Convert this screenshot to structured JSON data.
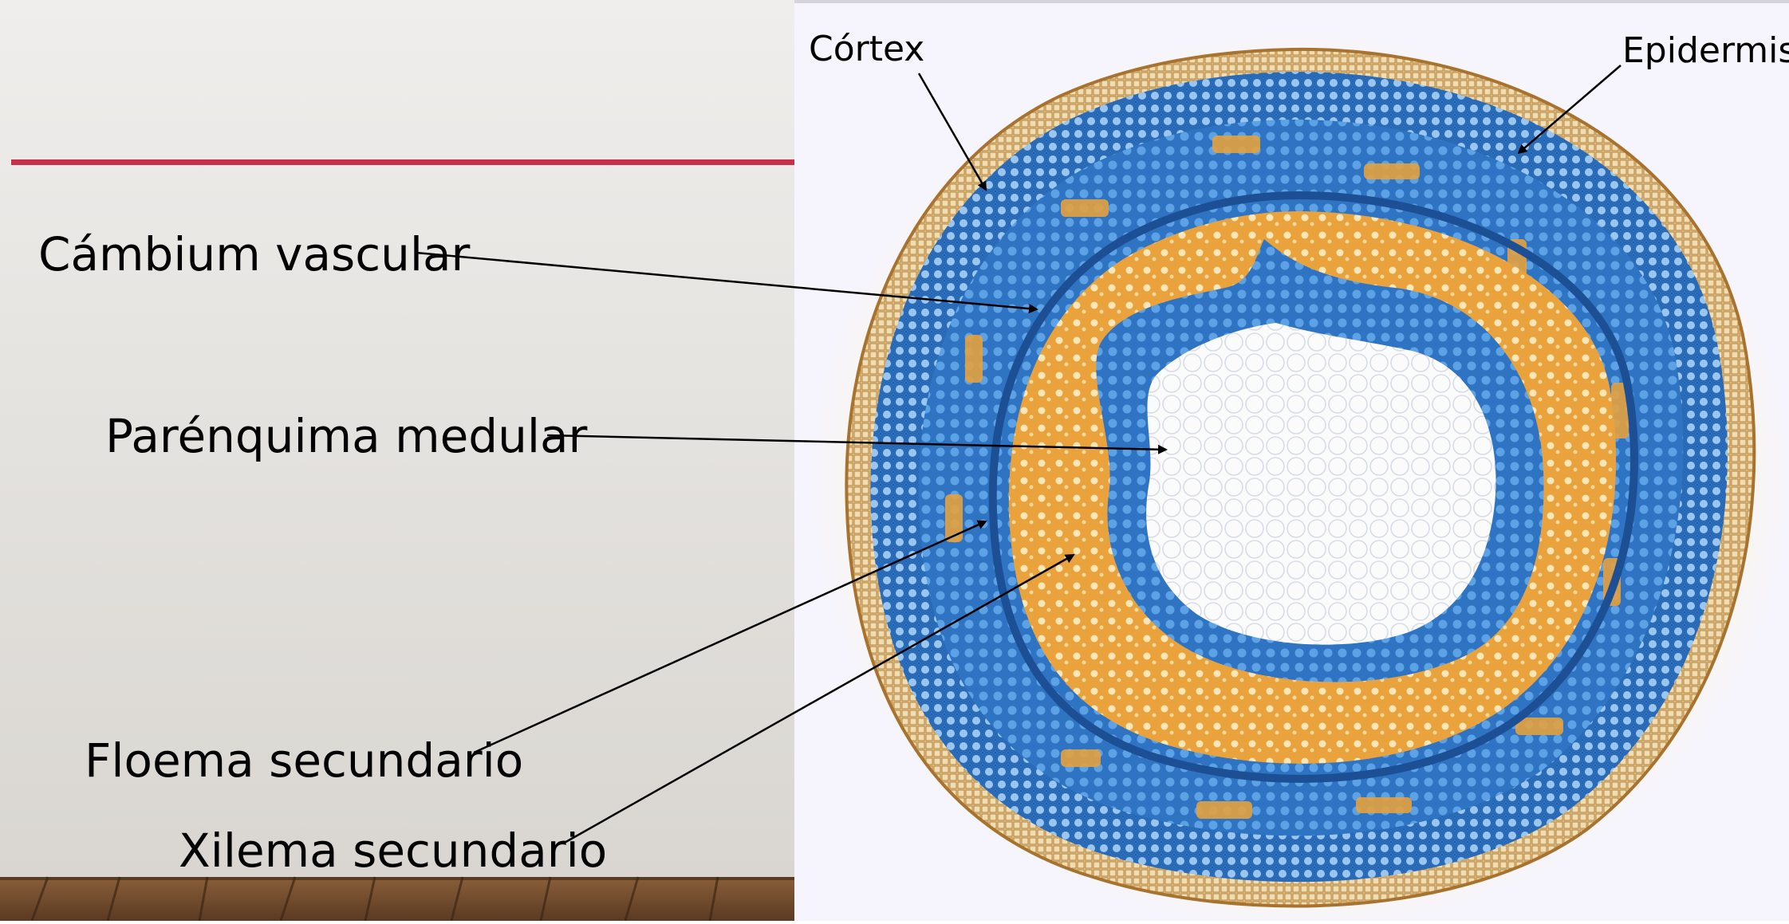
{
  "labels": {
    "cambium": "Cámbium vascular",
    "parenquima": "Parénquima medular",
    "floema": "Floema secundario",
    "xilema": "Xilema secundario",
    "cortex": "Córtex",
    "epidermis": "Epidermis"
  },
  "colors": {
    "background_left": "#e4e1dc",
    "background_right": "#f6f5fd",
    "accent_line": "#c8304a",
    "floor": "#7a5232",
    "xylem": "#e8a43a",
    "phloem_blue": "#2f78c8",
    "pith": "#ffffff",
    "epidermis_tan": "#c99a52"
  }
}
